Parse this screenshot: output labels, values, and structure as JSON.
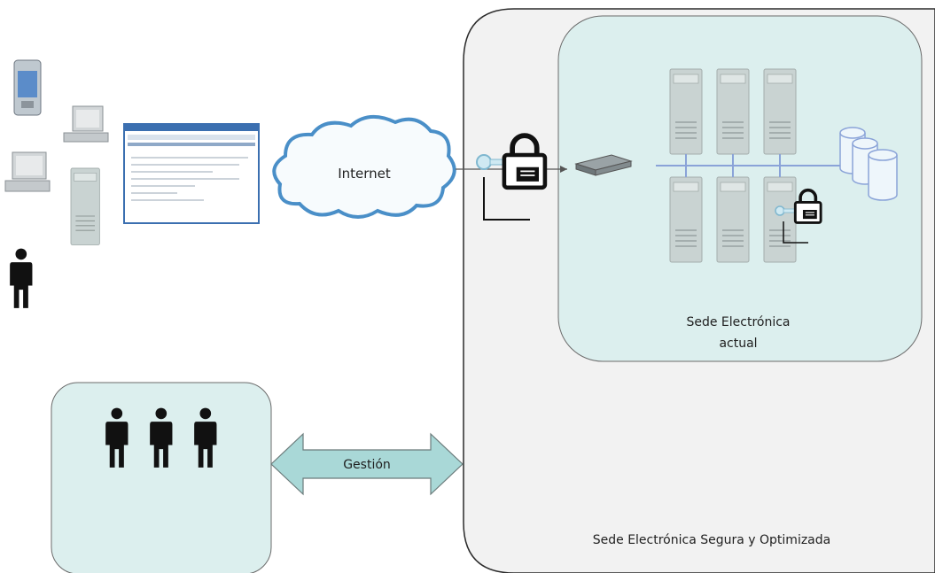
{
  "labels": {
    "internet": "Internet",
    "current_site_line1": "Sede Electrónica",
    "current_site_line2": "actual",
    "management": "Gestión",
    "secure_site": "Sede Electrónica Segura y Optimizada"
  },
  "icons": {
    "users_left": [
      "pda-icon",
      "desktop-computer-icon",
      "laptop-icon",
      "server-tower-icon",
      "person-icon"
    ],
    "browser": "browser-window-icon",
    "cloud": "cloud-icon",
    "lock_main": "padlock-key-icon",
    "router": "network-switch-icon",
    "servers": "server-rack-icon",
    "database": "database-icon",
    "management_people": "people-icon"
  },
  "colors": {
    "panel_fill": "#dcefee",
    "outer_fill": "#f2f2f2",
    "arrow_fill": "#a9d8d7",
    "line_blue": "#8aa3d8",
    "server_fill": "#c9d3d2"
  }
}
